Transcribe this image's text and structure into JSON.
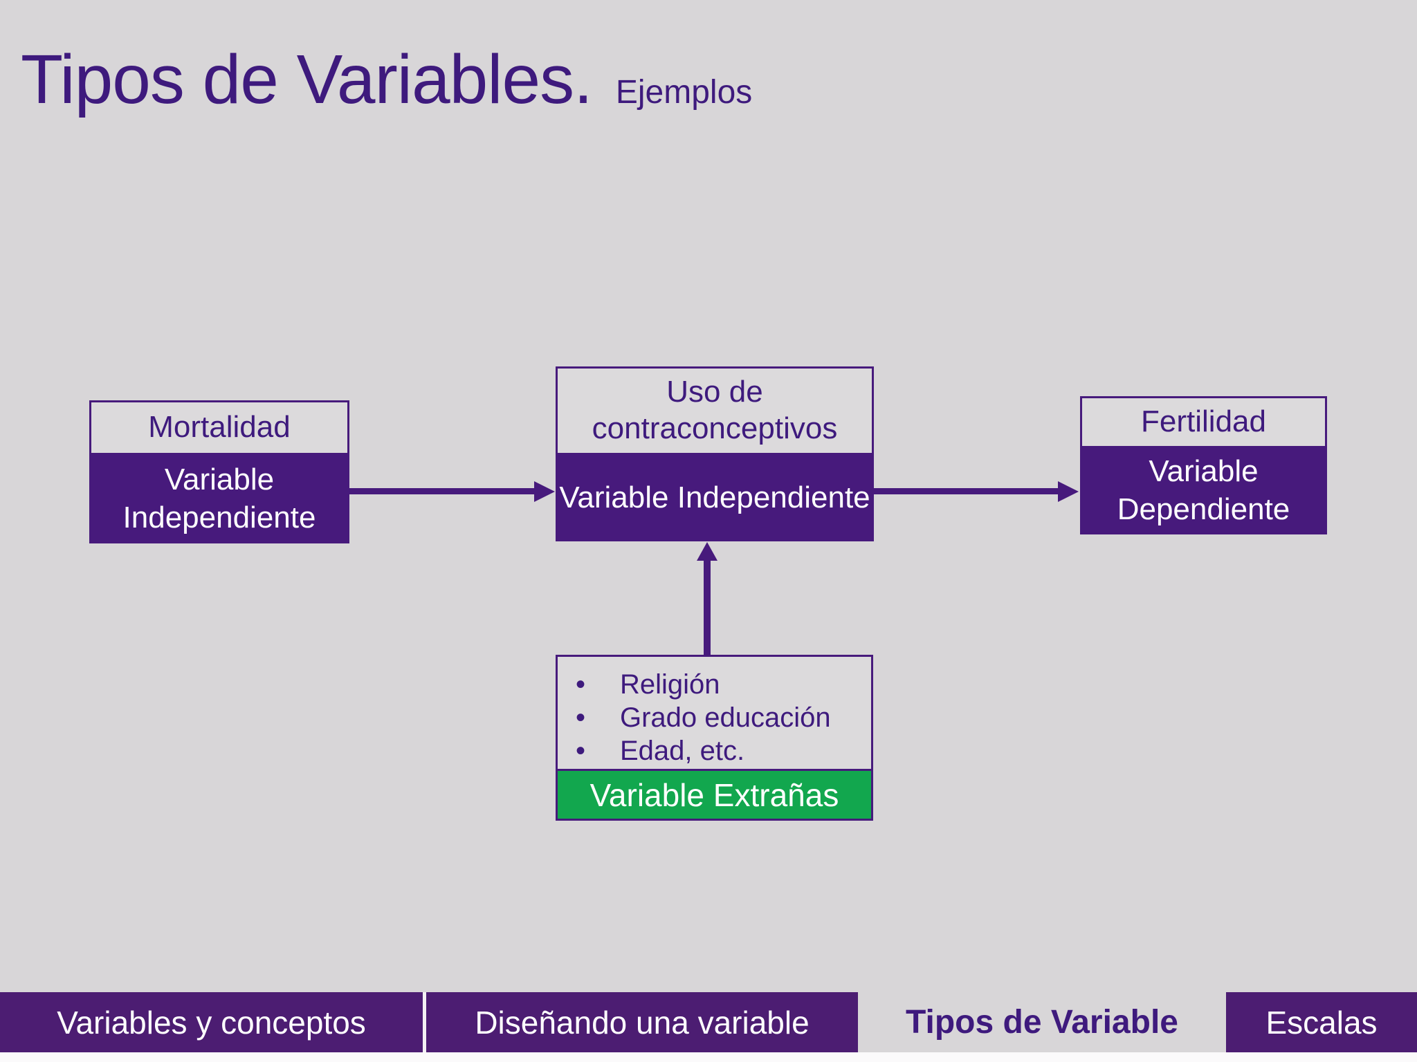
{
  "slide": {
    "title": "Tipos de Variables.",
    "subtitle": "Ejemplos"
  },
  "diagram": {
    "mortalidad": {
      "label": "Mortalidad",
      "role": "Variable Independiente"
    },
    "uso": {
      "label": "Uso de contraconceptivos",
      "role": "Variable Independiente"
    },
    "fertilidad": {
      "label": "Fertilidad",
      "role": "Variable Dependiente"
    },
    "extraneous": {
      "bullets": [
        "Religión",
        "Grado educación",
        "Edad, etc."
      ],
      "bullet_glyph": "•",
      "role": "Variable Extrañas"
    },
    "edges": [
      {
        "from": "Mortalidad",
        "to": "Uso de contraconceptivos",
        "direction": "right"
      },
      {
        "from": "Uso de contraconceptivos",
        "to": "Fertilidad",
        "direction": "right"
      },
      {
        "from": "Variable Extrañas",
        "to": "Uso de contraconceptivos",
        "direction": "up"
      }
    ]
  },
  "colors": {
    "background": "#d8d6d8",
    "box_purple": "#471a7c",
    "text_purple": "#3e1a7d",
    "green": "#12a74e",
    "tab_purple": "#4c1d72",
    "white": "#ffffff"
  },
  "footer": {
    "tabs": [
      {
        "label": "Variables y conceptos",
        "active": false
      },
      {
        "label": "Diseñando una variable",
        "active": false
      },
      {
        "label": "Tipos de Variable",
        "active": true
      },
      {
        "label": "Escalas",
        "active": false
      }
    ]
  }
}
